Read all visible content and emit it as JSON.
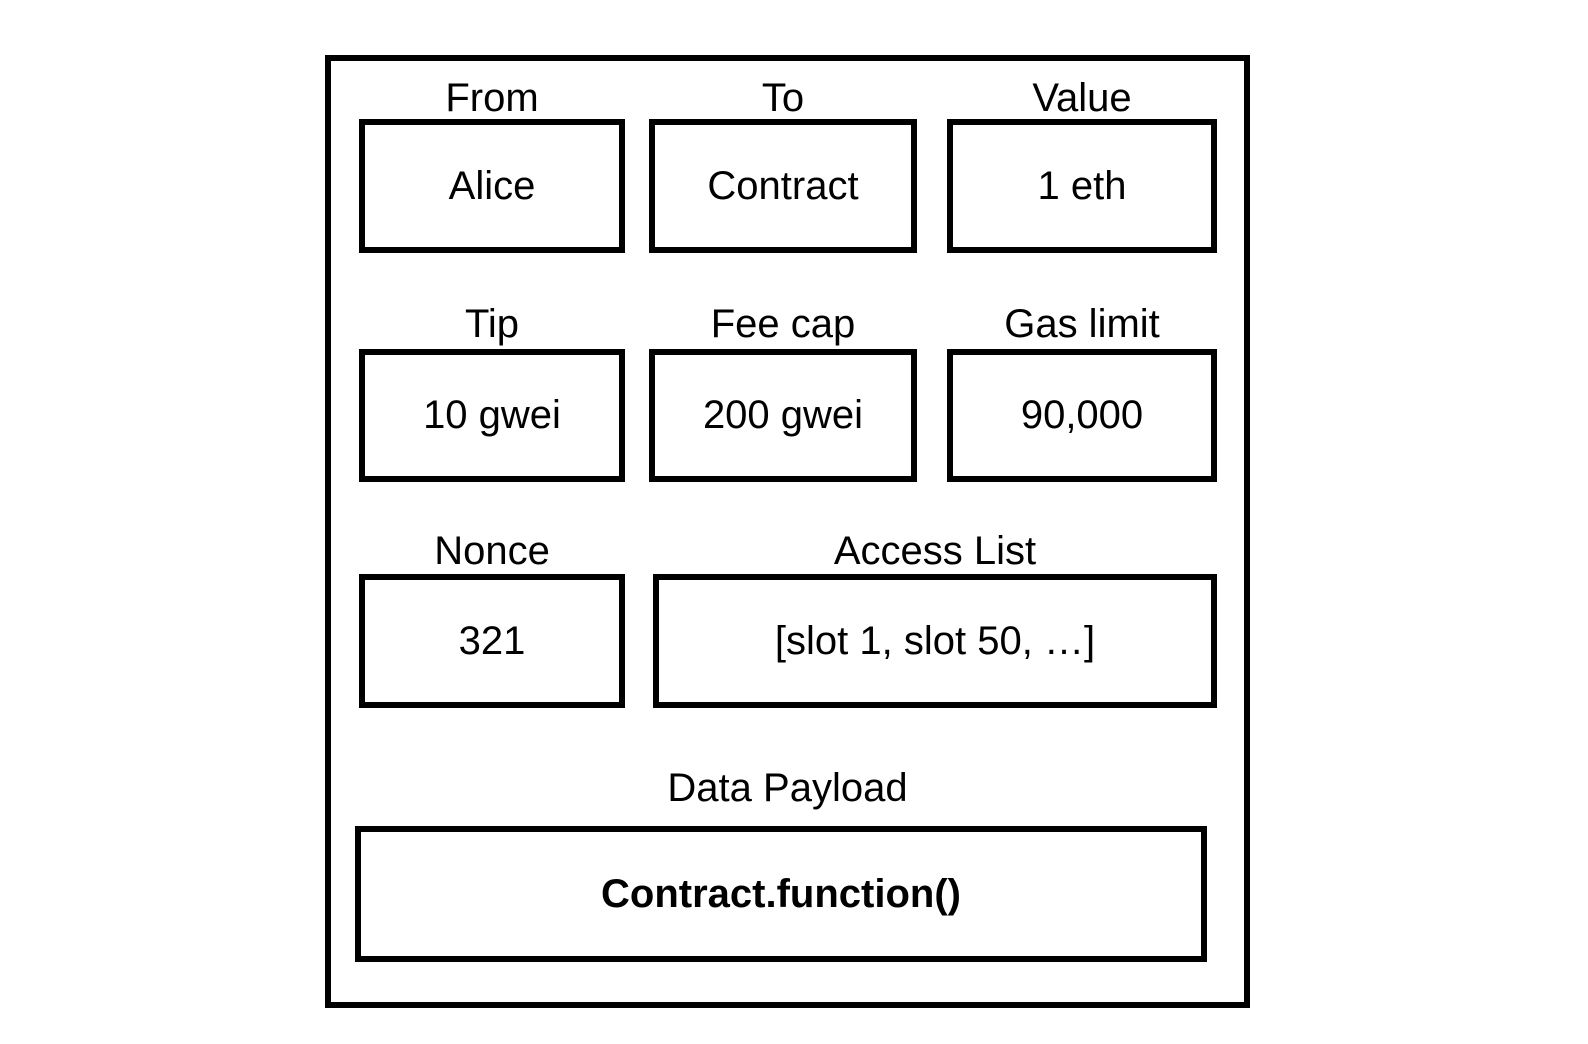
{
  "diagram": {
    "fields": {
      "from": {
        "label": "From",
        "value": "Alice"
      },
      "to": {
        "label": "To",
        "value": "Contract"
      },
      "value": {
        "label": "Value",
        "value": "1 eth"
      },
      "tip": {
        "label": "Tip",
        "value": "10 gwei"
      },
      "fee_cap": {
        "label": "Fee cap",
        "value": "200 gwei"
      },
      "gas_limit": {
        "label": "Gas limit",
        "value": "90,000"
      },
      "nonce": {
        "label": "Nonce",
        "value": "321"
      },
      "access_list": {
        "label": "Access List",
        "value": "[slot 1, slot 50, …]"
      },
      "data_payload": {
        "label": "Data Payload",
        "value": "Contract.function()"
      }
    },
    "colors": {
      "border": "#000000",
      "background": "#ffffff",
      "text": "#000000"
    }
  }
}
